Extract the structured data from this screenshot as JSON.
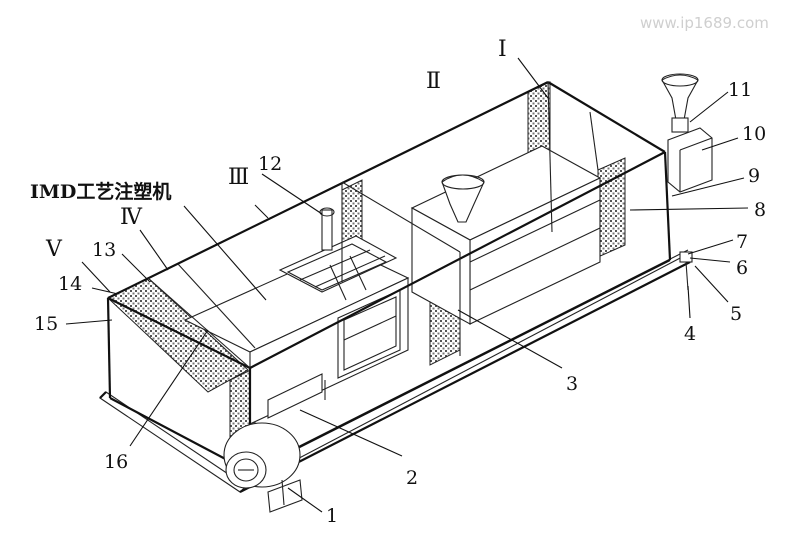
{
  "watermark": "www.ip1689.com",
  "title": "IMD工艺注塑机",
  "zones": [
    "Ⅰ",
    "Ⅱ",
    "Ⅲ",
    "Ⅳ",
    "Ⅴ"
  ],
  "numbers": [
    "1",
    "2",
    "3",
    "4",
    "5",
    "6",
    "7",
    "8",
    "9",
    "10",
    "11",
    "12",
    "13",
    "14",
    "15",
    "16"
  ],
  "colors": {
    "line": "#111111",
    "mesh": "#555555",
    "background": "#ffffff"
  }
}
